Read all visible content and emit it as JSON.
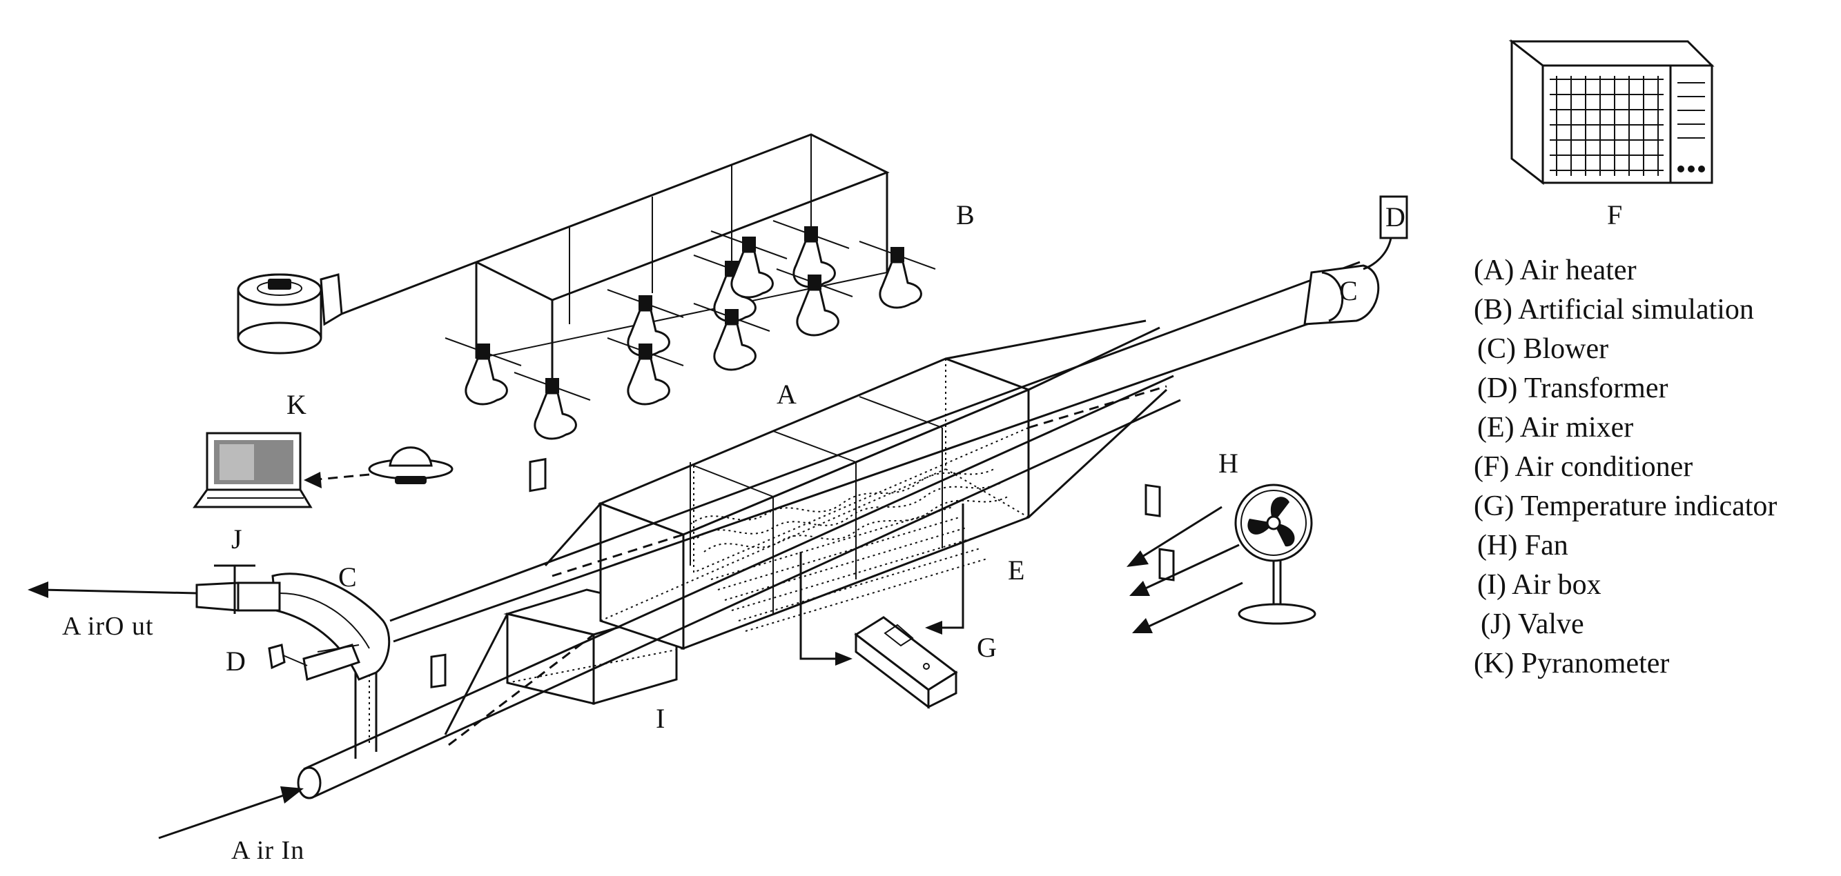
{
  "labels": {
    "A": "A",
    "B": "B",
    "C_right": "C",
    "C_left": "C",
    "D_right": "D",
    "D_left": "D",
    "E": "E",
    "F": "F",
    "G": "G",
    "H": "H",
    "I": "I",
    "J": "J",
    "K": "K"
  },
  "flow": {
    "air_out": "A irO ut",
    "air_in": "A ir In"
  },
  "legend": [
    "(A) Air heater",
    "(B) Artificial simulation",
    "(C) Blower",
    "(D) Transformer",
    "(E) Air mixer",
    "(F) Air conditioner",
    "(G) Temperature indicator",
    "(H) Fan",
    "(I) Air box",
    "(J) Valve",
    "(K) Pyranometer"
  ]
}
